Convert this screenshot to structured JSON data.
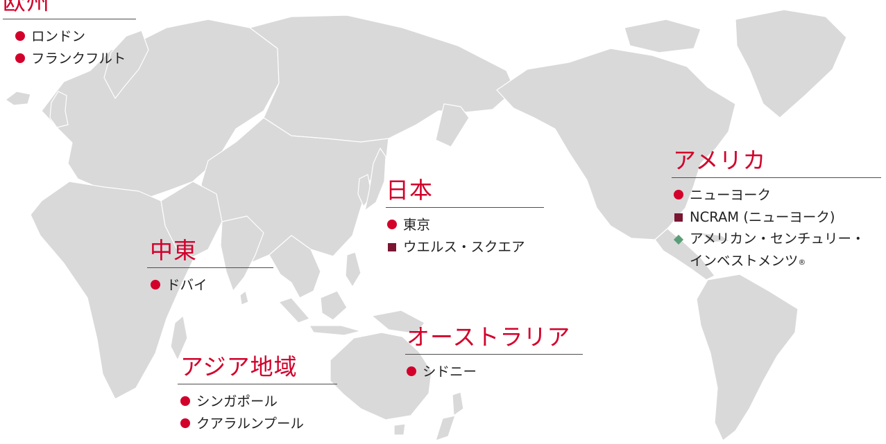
{
  "colors": {
    "accent": "#d2002b",
    "office_dot": "#d2002b",
    "affiliate_square": "#7a1532",
    "partner_diamond": "#5a9e78",
    "land": "#d9d9d9",
    "divider": "#4d4d4d",
    "text": "#222222"
  },
  "map": {
    "background": "world-map-pacific-centered"
  },
  "regions": {
    "europe": {
      "title": "欧州",
      "offices": [
        {
          "name": "ロンドン",
          "marker": "dot"
        },
        {
          "name": "フランクフルト",
          "marker": "dot"
        }
      ]
    },
    "middle_east": {
      "title": "中東",
      "offices": [
        {
          "name": "ドバイ",
          "marker": "dot"
        }
      ]
    },
    "japan": {
      "title": "日本",
      "offices": [
        {
          "name": "東京",
          "marker": "dot"
        },
        {
          "name": "ウエルス・スクエア",
          "marker": "square"
        }
      ]
    },
    "asia": {
      "title": "アジア地域",
      "offices": [
        {
          "name": "シンガポール",
          "marker": "dot"
        },
        {
          "name": "クアラルンプール",
          "marker": "dot"
        }
      ]
    },
    "australia": {
      "title": "オーストラリア",
      "offices": [
        {
          "name": "シドニー",
          "marker": "dot"
        }
      ]
    },
    "americas": {
      "title": "アメリカ",
      "offices": [
        {
          "name": "ニューヨーク",
          "marker": "dot"
        },
        {
          "name": "NCRAM (ニューヨーク)",
          "marker": "square"
        },
        {
          "name": "アメリカン・センチュリー・インベストメンツ",
          "suffix": "®",
          "marker": "diamond"
        }
      ]
    }
  }
}
